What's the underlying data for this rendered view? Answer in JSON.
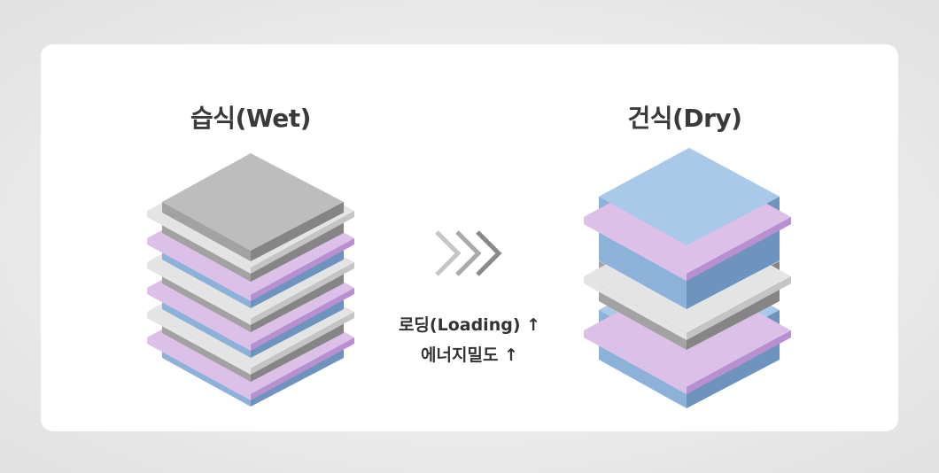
{
  "wet": {
    "title": "습식(Wet)"
  },
  "dry": {
    "title": "건식(Dry)"
  },
  "comparison": {
    "caption_line1": "로딩(Loading) ↑",
    "caption_line2": "에너지밀도 ↑"
  },
  "colors": {
    "blue_top": "#a9c9e8",
    "blue_left": "#8db2da",
    "blue_right": "#6d94bf",
    "gray_top": "#bdbdbd",
    "gray_left": "#a2a2a2",
    "gray_right": "#858585",
    "purple_top": "#dcc0e8",
    "purple_right": "#b890d0",
    "lightgray_top": "#e4e4e4",
    "lightgray_right": "#c4c4c4",
    "chevron": "#9a9a9a"
  }
}
